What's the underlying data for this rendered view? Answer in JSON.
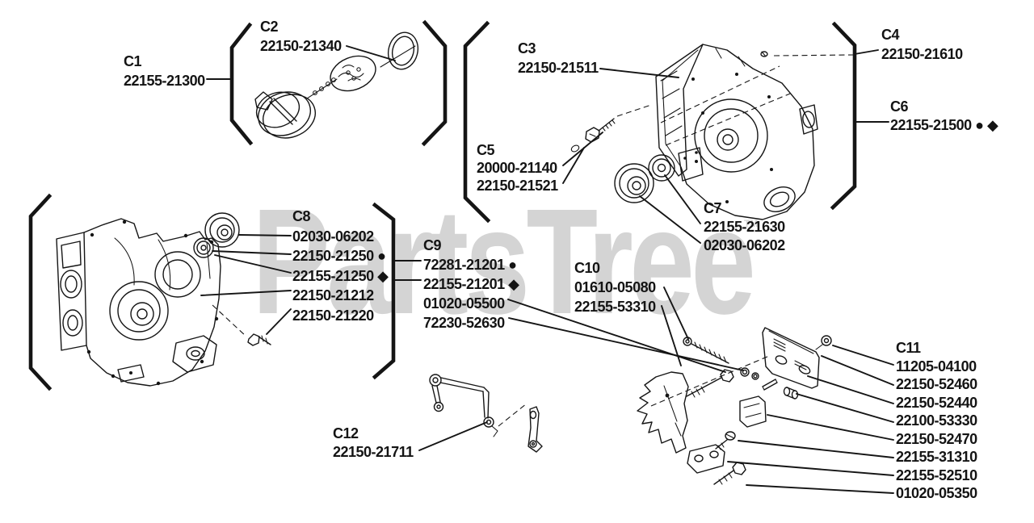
{
  "page": {
    "background": "#ffffff",
    "ink": "#151515"
  },
  "watermark": {
    "text": "PartsTree",
    "tm": "TM",
    "color": "#d4d4d4"
  },
  "labels": {
    "c1": {
      "id": "C1",
      "lines": [
        "22155-21300"
      ]
    },
    "c2": {
      "id": "C2",
      "lines": [
        "22150-21340"
      ]
    },
    "c3": {
      "id": "C3",
      "lines": [
        "22150-21511"
      ]
    },
    "c4": {
      "id": "C4",
      "lines": [
        "22150-21610"
      ]
    },
    "c5": {
      "id": "C5",
      "lines": [
        "20000-21140",
        "22150-21521"
      ]
    },
    "c6": {
      "id": "C6",
      "lines": [
        "22155-21500 ● ◆"
      ]
    },
    "c7": {
      "id": "C7",
      "lines": [
        "22155-21630",
        "02030-06202"
      ]
    },
    "c8": {
      "id": "C8",
      "lines": [
        "02030-06202",
        "22150-21250 ●",
        "22155-21250 ◆",
        "22150-21212",
        "22150-21220"
      ]
    },
    "c9": {
      "id": "C9",
      "lines": [
        "72281-21201 ●",
        "22155-21201 ◆",
        "01020-05500",
        "72230-52630"
      ]
    },
    "c10": {
      "id": "C10",
      "lines": [
        "01610-05080",
        "22155-53310"
      ]
    },
    "c11": {
      "id": "C11",
      "lines": [
        "11205-04100",
        "22150-52460",
        "22150-52440",
        "22100-53330",
        "22150-52470",
        "22155-31310",
        "22155-52510",
        "01020-05350"
      ]
    },
    "c12": {
      "id": "C12",
      "lines": [
        "22150-21711"
      ]
    }
  }
}
